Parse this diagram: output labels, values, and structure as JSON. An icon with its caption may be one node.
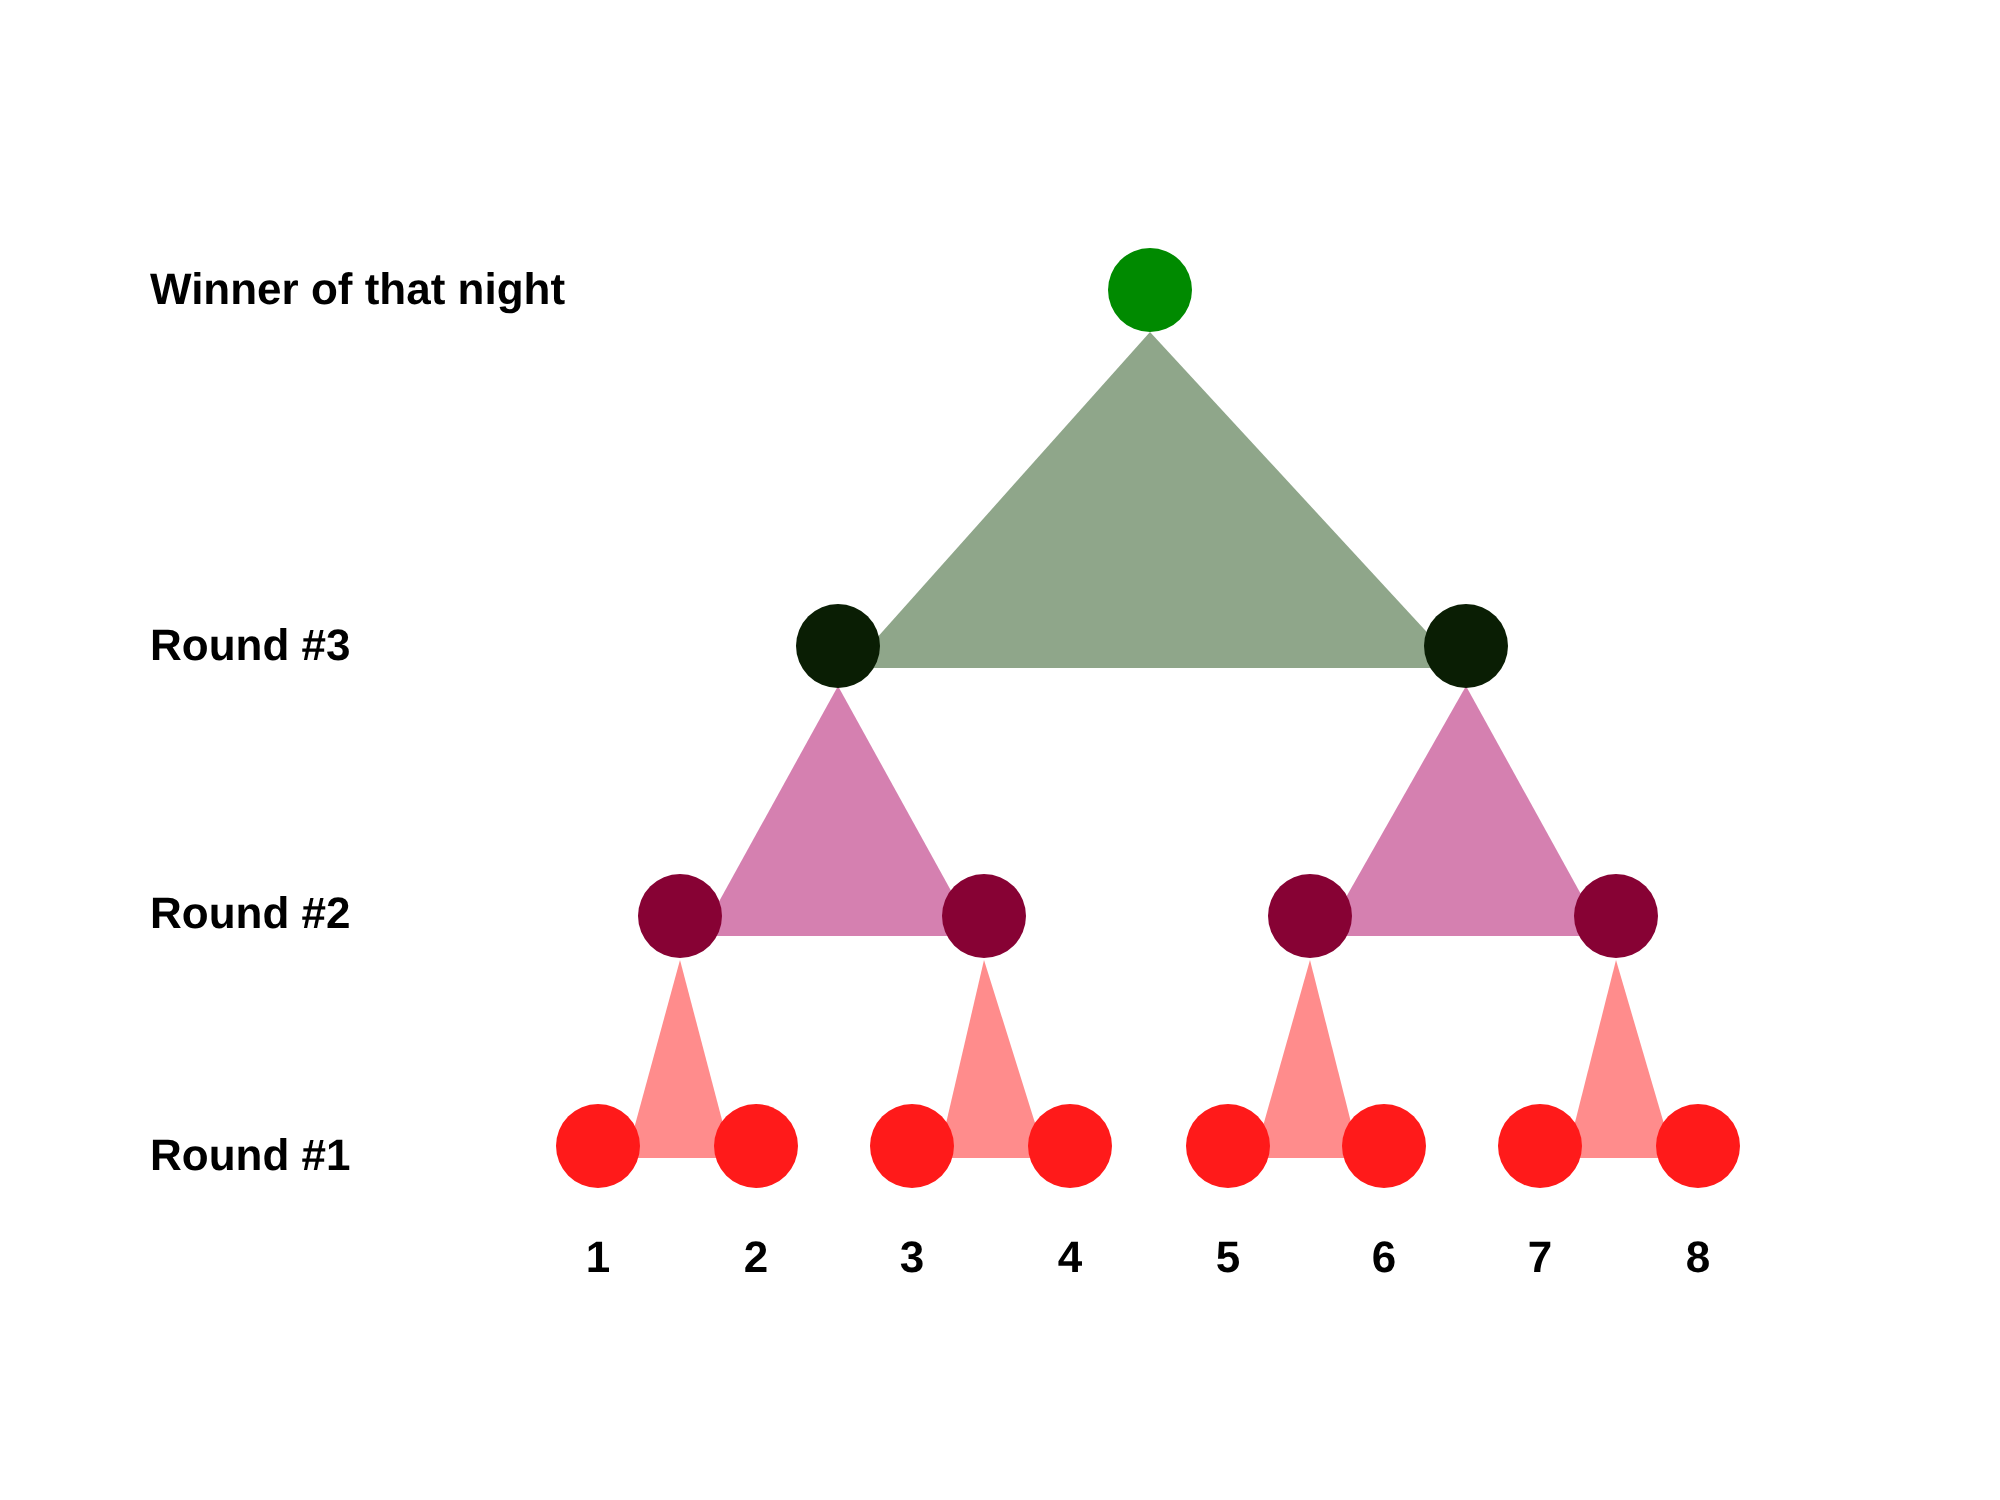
{
  "diagram": {
    "nodes": [
      {
        "text": [],
        "shape": "circle"
      },
      {
        "text": [],
        "shape": "triangle"
      },
      {
        "text": [],
        "shape": "circle"
      },
      {
        "text": [],
        "shape": "circle"
      },
      {
        "text": [],
        "shape": "triangle"
      },
      {
        "text": [],
        "shape": "triangle"
      },
      {
        "text": [],
        "shape": "circle"
      },
      {
        "text": [],
        "shape": "circle"
      },
      {
        "text": [],
        "shape": "circle"
      },
      {
        "text": [],
        "shape": "circle"
      },
      {
        "text": [],
        "shape": "triangle"
      },
      {
        "text": [],
        "shape": "triangle"
      },
      {
        "text": [],
        "shape": "triangle"
      },
      {
        "text": [],
        "shape": "triangle"
      },
      {
        "text": [],
        "shape": "circle",
        "beside": [
          "1"
        ]
      },
      {
        "text": [],
        "shape": "circle",
        "beside": [
          "2"
        ]
      },
      {
        "text": [],
        "shape": "circle",
        "beside": [
          "3"
        ]
      },
      {
        "text": [],
        "shape": "circle",
        "beside": [
          "4"
        ]
      },
      {
        "text": [],
        "shape": "circle",
        "beside": [
          "5"
        ]
      },
      {
        "text": [],
        "shape": "circle",
        "beside": [
          "6"
        ]
      },
      {
        "text": [],
        "shape": "circle",
        "beside": [
          "7"
        ]
      },
      {
        "text": [],
        "shape": "circle",
        "beside": [
          "8"
        ]
      }
    ],
    "labels": [
      "Winner of that night",
      "Round #3",
      "Round #2",
      "Round #1"
    ]
  }
}
